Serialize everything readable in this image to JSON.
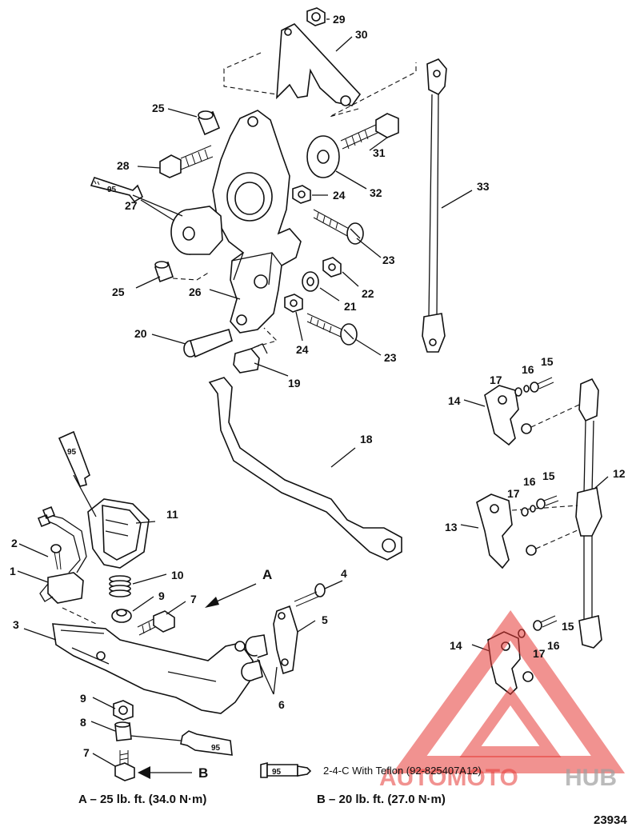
{
  "labels": {
    "l29": "29",
    "l30": "30",
    "l25a": "25",
    "l28": "28",
    "l31": "31",
    "l95a": "95",
    "l24a": "24",
    "l32": "32",
    "l33": "33",
    "l27": "27",
    "l23a": "23",
    "l22": "22",
    "l25b": "25",
    "l26": "26",
    "l21": "21",
    "l20": "20",
    "l24b": "24",
    "l23b": "23",
    "l19": "19",
    "l15a": "15",
    "l16a": "16",
    "l17a": "17",
    "l14a": "14",
    "l18": "18",
    "l95b": "95",
    "l11": "11",
    "l17b": "17",
    "l16b": "16",
    "l15b": "15",
    "l12": "12",
    "l13": "13",
    "l2": "2",
    "l1": "1",
    "l10": "10",
    "lA": "A",
    "l4": "4",
    "l9a": "9",
    "l7a": "7",
    "l5": "5",
    "l3": "3",
    "l15c": "15",
    "l14b": "14",
    "l16c": "16",
    "l17c": "17",
    "l6": "6",
    "l9b": "9",
    "l8": "8",
    "l95c": "95",
    "l7b": "7",
    "lB": "B",
    "l95d": "95"
  },
  "legend": {
    "sealant": "2-4-C  With Teflon (92-825407A12)",
    "torque_a": "A – 25 lb. ft. (34.0 N·m)",
    "torque_b": "B – 20 lb. ft. (27.0 N·m)"
  },
  "ref_number": "23934",
  "watermark": {
    "brand_part1": "AUTOMOTO",
    "brand_part2": "HUB",
    "color_red": "#e53935",
    "color_gray": "#9e9e9e"
  }
}
